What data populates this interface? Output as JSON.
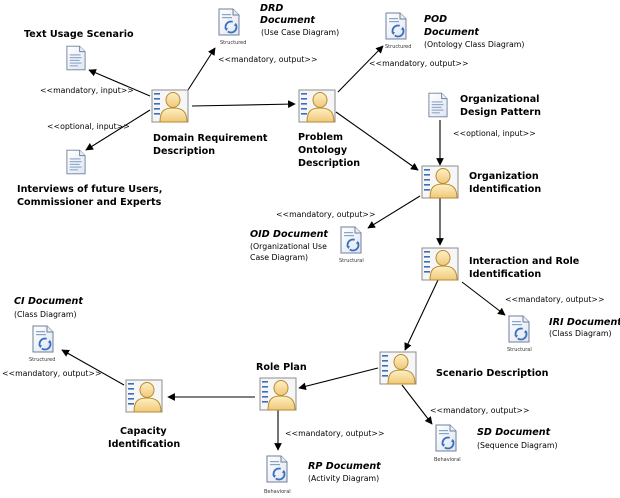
{
  "diagram": {
    "activities": {
      "domain_requirement": [
        "Domain Requirement",
        "Description"
      ],
      "problem_ontology": [
        "Problem",
        "Ontology",
        "Description"
      ],
      "organization_identification": [
        "Organization",
        "Identification"
      ],
      "interaction_role": [
        "Interaction and Role",
        "Identification"
      ],
      "scenario_description": [
        "Scenario Description"
      ],
      "role_plan": [
        "Role Plan"
      ],
      "capacity_identification": [
        "Capacity",
        "Identification"
      ]
    },
    "documents": {
      "text_usage": {
        "title": [
          "Text Usage Scenario"
        ]
      },
      "interviews": {
        "title": [
          "Interviews of future Users,",
          "Commissioner and Experts"
        ]
      },
      "org_design_pattern": {
        "title": [
          "Organizational",
          "Design Pattern"
        ]
      },
      "drd": {
        "title": [
          "DRD",
          "Document"
        ],
        "subtitle": [
          "(Use Case Diagram)"
        ],
        "stereotype": "Structured"
      },
      "pod": {
        "title": [
          "POD",
          "Document"
        ],
        "subtitle": [
          "(Ontology Class Diagram)"
        ],
        "stereotype": "Structured"
      },
      "oid": {
        "title": [
          "OID Document"
        ],
        "subtitle": [
          "(Organizational Use",
          "Case Diagram)"
        ],
        "stereotype": "Structural"
      },
      "iri": {
        "title": [
          "IRI Document"
        ],
        "subtitle": [
          "(Class Diagram)"
        ],
        "stereotype": "Structural"
      },
      "sd": {
        "title": [
          "SD Document"
        ],
        "subtitle": [
          "(Sequence Diagram)"
        ],
        "stereotype": "Behavioral"
      },
      "ci": {
        "title": [
          "CI Document"
        ],
        "subtitle": [
          "(Class Diagram)"
        ],
        "stereotype": "Structured"
      },
      "rp": {
        "title": [
          "RP Document"
        ],
        "subtitle": [
          "(Activity Diagram)"
        ],
        "stereotype": "Behavioral"
      }
    },
    "flow_labels": {
      "text_usage_input": "<<mandatory, input>>",
      "interviews_input": "<<optional, input>>",
      "drd_output": "<<mandatory, output>>",
      "pod_output": "<<mandatory, output>>",
      "pattern_input": "<<optional, input>>",
      "oid_output": "<<mandatory, output>>",
      "iri_output": "<<mandatory, output>>",
      "sd_output": "<<mandatory, output>>",
      "ci_output": "<<mandatory, output>>",
      "rp_output": "<<mandatory, output>>"
    }
  }
}
